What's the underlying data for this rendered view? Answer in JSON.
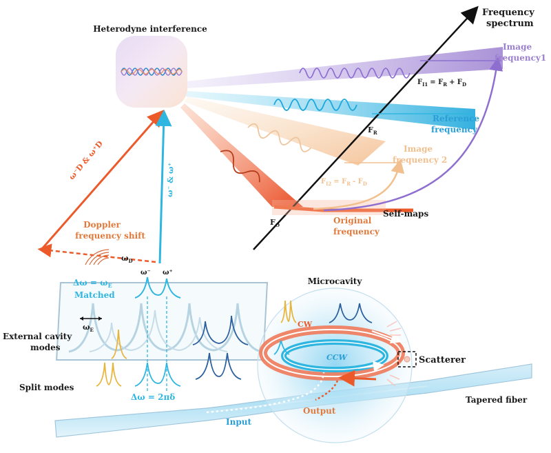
{
  "labels": {
    "heterodyne": "Heterodyne interference",
    "freq_spectrum_1": "Frequency",
    "freq_spectrum_2": "spectrum",
    "image_freq1_1": "Image",
    "image_freq1_2": "frequency1",
    "fi1_eq": "F",
    "fi1_sub": "I1",
    "fi1_rhs": "= F",
    "fi1_sub_r": "R",
    "fi1_plus": "+ F",
    "fi1_sub_d": "D",
    "reference_1": "Reference",
    "reference_2": "frequency",
    "fr": "F",
    "fr_sub": "R",
    "image_freq2_1": "Image",
    "image_freq2_2": "frequency 2",
    "fi2_eq": "F",
    "fi2_sub": "I2",
    "fi2_rhs": "= F",
    "fi2_sub_r": "R",
    "fi2_minus": "- F",
    "fi2_sub_d": "D",
    "self_maps": "Self-maps",
    "original_1": "Original",
    "original_2": "frequency",
    "fo": "F",
    "fo_sub": "O",
    "omega_d_pair": "ω⁻D & ω⁺D",
    "omega_pair": "ω⁻ & ω⁺",
    "doppler_1": "Doppler",
    "doppler_2": "frequency shift",
    "omega_d": "ω",
    "omega_d_sub": "D",
    "omega_minus": "ω⁻",
    "omega_plus": "ω⁺",
    "delta_we": "Δω = ω",
    "delta_we_sub": "E",
    "matched": "Matched",
    "omega_e": "ω",
    "omega_e_sub": "E",
    "microcavity": "Microcavity",
    "cw": "CW",
    "ccw": "CCW",
    "scatterer": "Scatterer",
    "external_1": "External cavity",
    "external_2": "modes",
    "split_modes": "Split modes",
    "delta_2pi": "Δω = 2πδ",
    "input": "Input",
    "output": "Output",
    "tapered_fiber": "Tapered fiber"
  },
  "colors": {
    "purple": "#9b7fd0",
    "cyan": "#2fb6e0",
    "peach": "#f2c08f",
    "red": "#ec5a2a",
    "orange_text": "#e07a3c",
    "blue_text": "#2a9fd6",
    "dark_blue": "#2b5f9e",
    "gold": "#e8b43a"
  }
}
